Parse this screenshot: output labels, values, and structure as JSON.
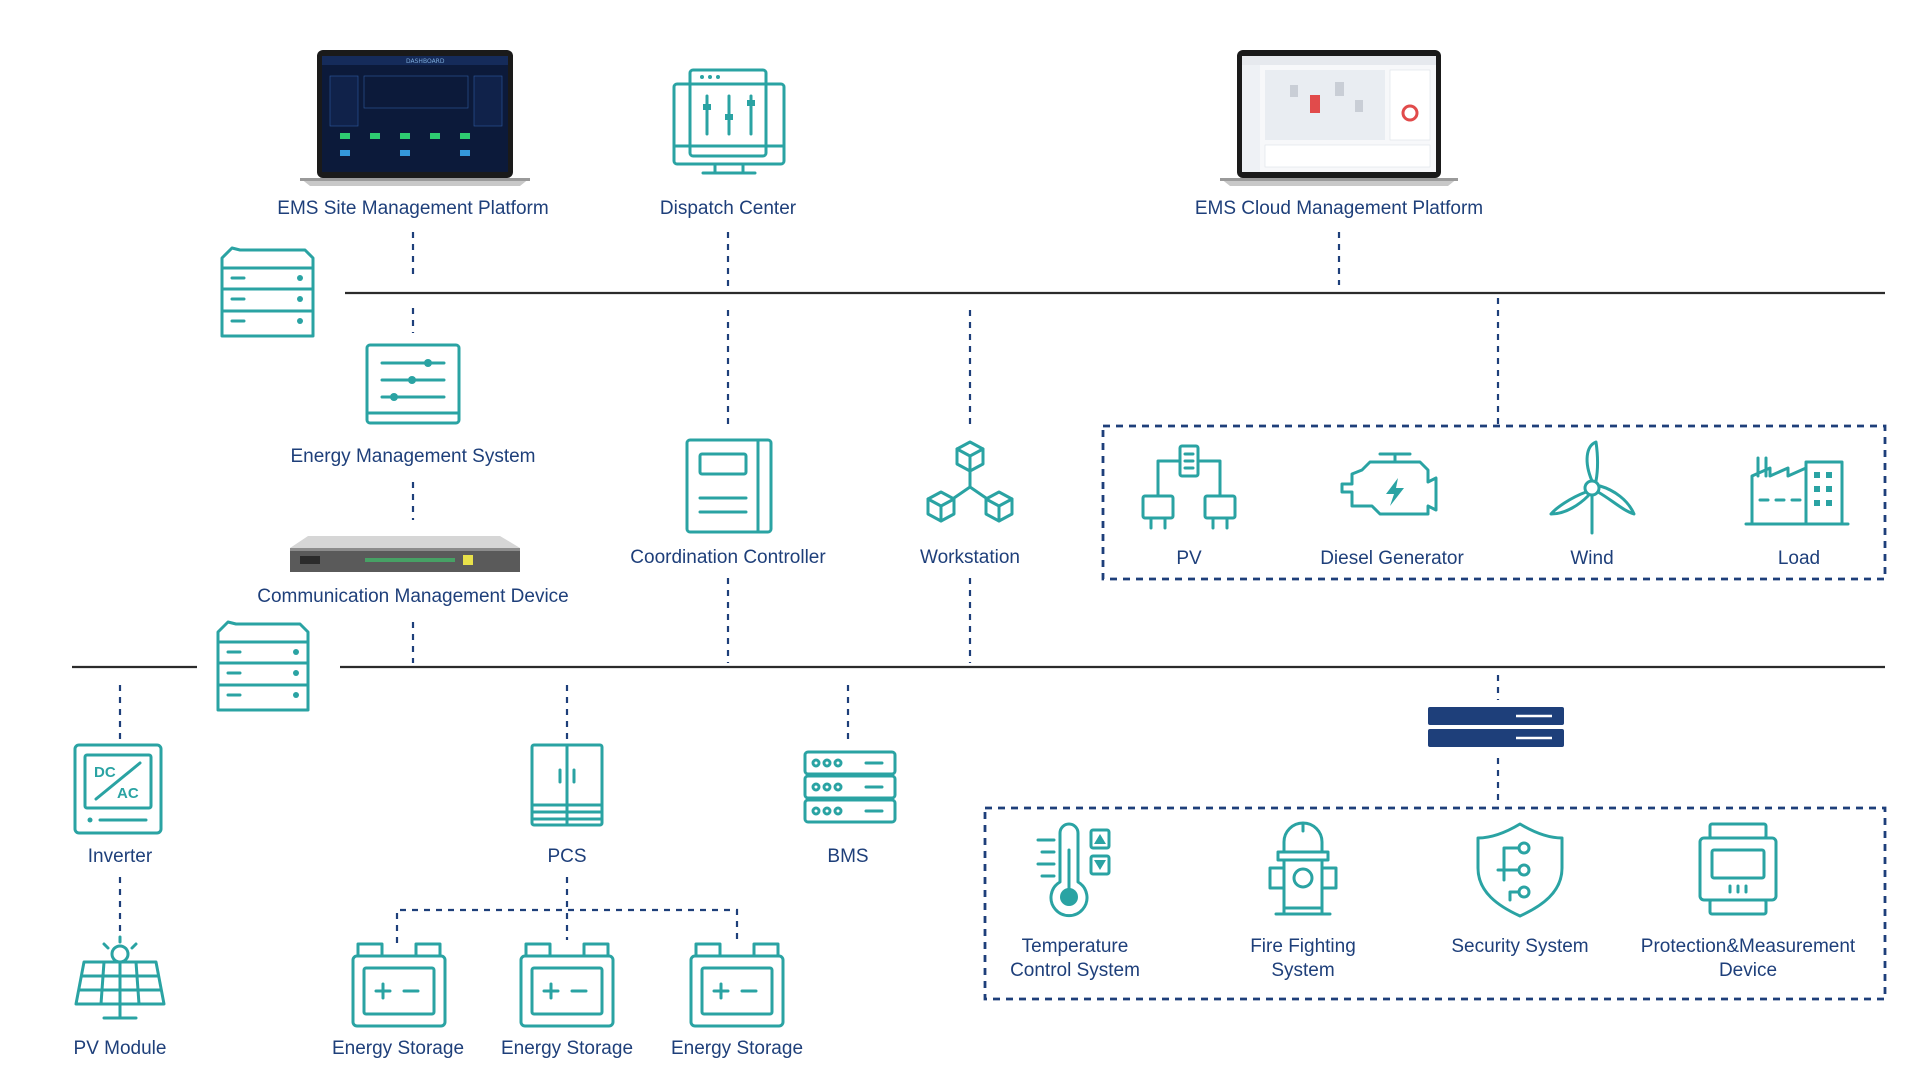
{
  "labels": {
    "ems_site": "EMS Site Management Platform",
    "dispatch": "Dispatch Center",
    "ems_cloud": "EMS Cloud Management Platform",
    "ems": "Energy Management System",
    "comm_device": "Communication Management Device",
    "coord_controller": "Coordination Controller",
    "workstation": "Workstation",
    "pv": "PV",
    "diesel": "Diesel Generator",
    "wind": "Wind",
    "load": "Load",
    "inverter": "Inverter",
    "pcs": "PCS",
    "bms": "BMS",
    "pv_module": "PV Module",
    "storage_1": "Energy Storage",
    "storage_2": "Energy Storage",
    "storage_3": "Energy Storage",
    "temp_line1": "Temperature",
    "temp_line2": "Control System",
    "fire_line1": "Fire Fighting",
    "fire_line2": "System",
    "security": "Security System",
    "protect_line1": "Protection&Measurement",
    "protect_line2": "Device"
  },
  "icon_text": {
    "dc": "DC",
    "ac": "AC",
    "plus_minus": "+ −"
  },
  "colors": {
    "icon": "#2aa3a3",
    "label": "#1e3f7a",
    "bus": "#2b2b2b",
    "switch": "#1e3f7a"
  }
}
